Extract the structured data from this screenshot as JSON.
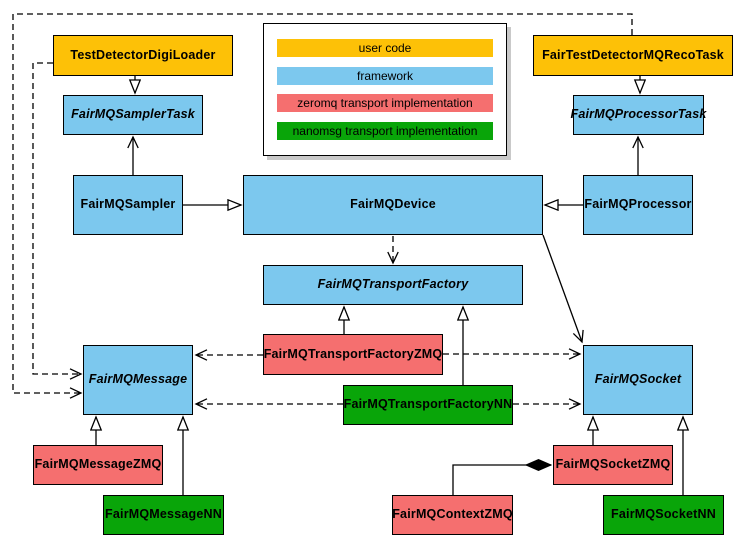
{
  "palette": {
    "user": "#FDC107",
    "framework": "#7CC8EE",
    "zeromq": "#F56F6F",
    "nanomsg": "#09A509",
    "line": "#000000",
    "background": "#FFFFFF"
  },
  "legend": {
    "items": [
      {
        "label": "user code",
        "category": "user"
      },
      {
        "label": "framework",
        "category": "framework"
      },
      {
        "label": "zeromq transport implementation",
        "category": "zeromq"
      },
      {
        "label": "nanomsg transport implementation",
        "category": "nanomsg"
      }
    ]
  },
  "nodes": {
    "testDetectorDigiLoader": {
      "label": "TestDetectorDigiLoader",
      "category": "user",
      "abstract": false
    },
    "fairTestDetectorMQRecoTask": {
      "label": "FairTestDetectorMQRecoTask",
      "category": "user",
      "abstract": false
    },
    "fairMQSamplerTask": {
      "label": "FairMQSamplerTask",
      "category": "framework",
      "abstract": true
    },
    "fairMQProcessorTask": {
      "label": "FairMQProcessorTask",
      "category": "framework",
      "abstract": true
    },
    "fairMQSampler": {
      "label": "FairMQSampler",
      "category": "framework",
      "abstract": false
    },
    "fairMQDevice": {
      "label": "FairMQDevice",
      "category": "framework",
      "abstract": false
    },
    "fairMQProcessor": {
      "label": "FairMQProcessor",
      "category": "framework",
      "abstract": false
    },
    "fairMQTransportFactory": {
      "label": "FairMQTransportFactory",
      "category": "framework",
      "abstract": true
    },
    "fairMQTransportFactoryZMQ": {
      "label": "FairMQTransportFactoryZMQ",
      "category": "zeromq",
      "abstract": false
    },
    "fairMQTransportFactoryNN": {
      "label": "FairMQTransportFactoryNN",
      "category": "nanomsg",
      "abstract": false
    },
    "fairMQMessage": {
      "label": "FairMQMessage",
      "category": "framework",
      "abstract": true
    },
    "fairMQSocket": {
      "label": "FairMQSocket",
      "category": "framework",
      "abstract": true
    },
    "fairMQMessageZMQ": {
      "label": "FairMQMessageZMQ",
      "category": "zeromq",
      "abstract": false
    },
    "fairMQMessageNN": {
      "label": "FairMQMessageNN",
      "category": "nanomsg",
      "abstract": false
    },
    "fairMQSocketZMQ": {
      "label": "FairMQSocketZMQ",
      "category": "zeromq",
      "abstract": false
    },
    "fairMQSocketNN": {
      "label": "FairMQSocketNN",
      "category": "nanomsg",
      "abstract": false
    },
    "fairMQContextZMQ": {
      "label": "FairMQContextZMQ",
      "category": "zeromq",
      "abstract": false
    }
  },
  "edges": [
    {
      "from": "TestDetectorDigiLoader",
      "to": "FairMQSamplerTask",
      "type": "inheritance"
    },
    {
      "from": "FairTestDetectorMQRecoTask",
      "to": "FairMQProcessorTask",
      "type": "inheritance"
    },
    {
      "from": "FairMQSampler",
      "to": "FairMQDevice",
      "type": "inheritance"
    },
    {
      "from": "FairMQProcessor",
      "to": "FairMQDevice",
      "type": "inheritance"
    },
    {
      "from": "FairMQTransportFactoryZMQ",
      "to": "FairMQTransportFactory",
      "type": "inheritance"
    },
    {
      "from": "FairMQTransportFactoryNN",
      "to": "FairMQTransportFactory",
      "type": "inheritance"
    },
    {
      "from": "FairMQMessageZMQ",
      "to": "FairMQMessage",
      "type": "inheritance"
    },
    {
      "from": "FairMQMessageNN",
      "to": "FairMQMessage",
      "type": "inheritance"
    },
    {
      "from": "FairMQSocketZMQ",
      "to": "FairMQSocket",
      "type": "inheritance"
    },
    {
      "from": "FairMQSocketNN",
      "to": "FairMQSocket",
      "type": "inheritance"
    },
    {
      "from": "FairMQSampler",
      "to": "FairMQSamplerTask",
      "type": "association"
    },
    {
      "from": "FairMQProcessor",
      "to": "FairMQProcessorTask",
      "type": "association"
    },
    {
      "from": "FairMQDevice",
      "to": "FairMQSocket",
      "type": "association"
    },
    {
      "from": "FairMQDevice",
      "to": "FairMQTransportFactory",
      "type": "dependency"
    },
    {
      "from": "TestDetectorDigiLoader",
      "to": "FairMQMessage",
      "type": "dependency"
    },
    {
      "from": "FairTestDetectorMQRecoTask",
      "to": "FairMQMessage",
      "type": "dependency"
    },
    {
      "from": "FairMQTransportFactoryZMQ",
      "to": "FairMQMessage",
      "type": "dependency"
    },
    {
      "from": "FairMQTransportFactoryZMQ",
      "to": "FairMQSocket",
      "type": "dependency"
    },
    {
      "from": "FairMQTransportFactoryNN",
      "to": "FairMQMessage",
      "type": "dependency"
    },
    {
      "from": "FairMQTransportFactoryNN",
      "to": "FairMQSocket",
      "type": "dependency"
    },
    {
      "from": "FairMQContextZMQ",
      "to": "FairMQSocketZMQ",
      "type": "composition"
    }
  ]
}
